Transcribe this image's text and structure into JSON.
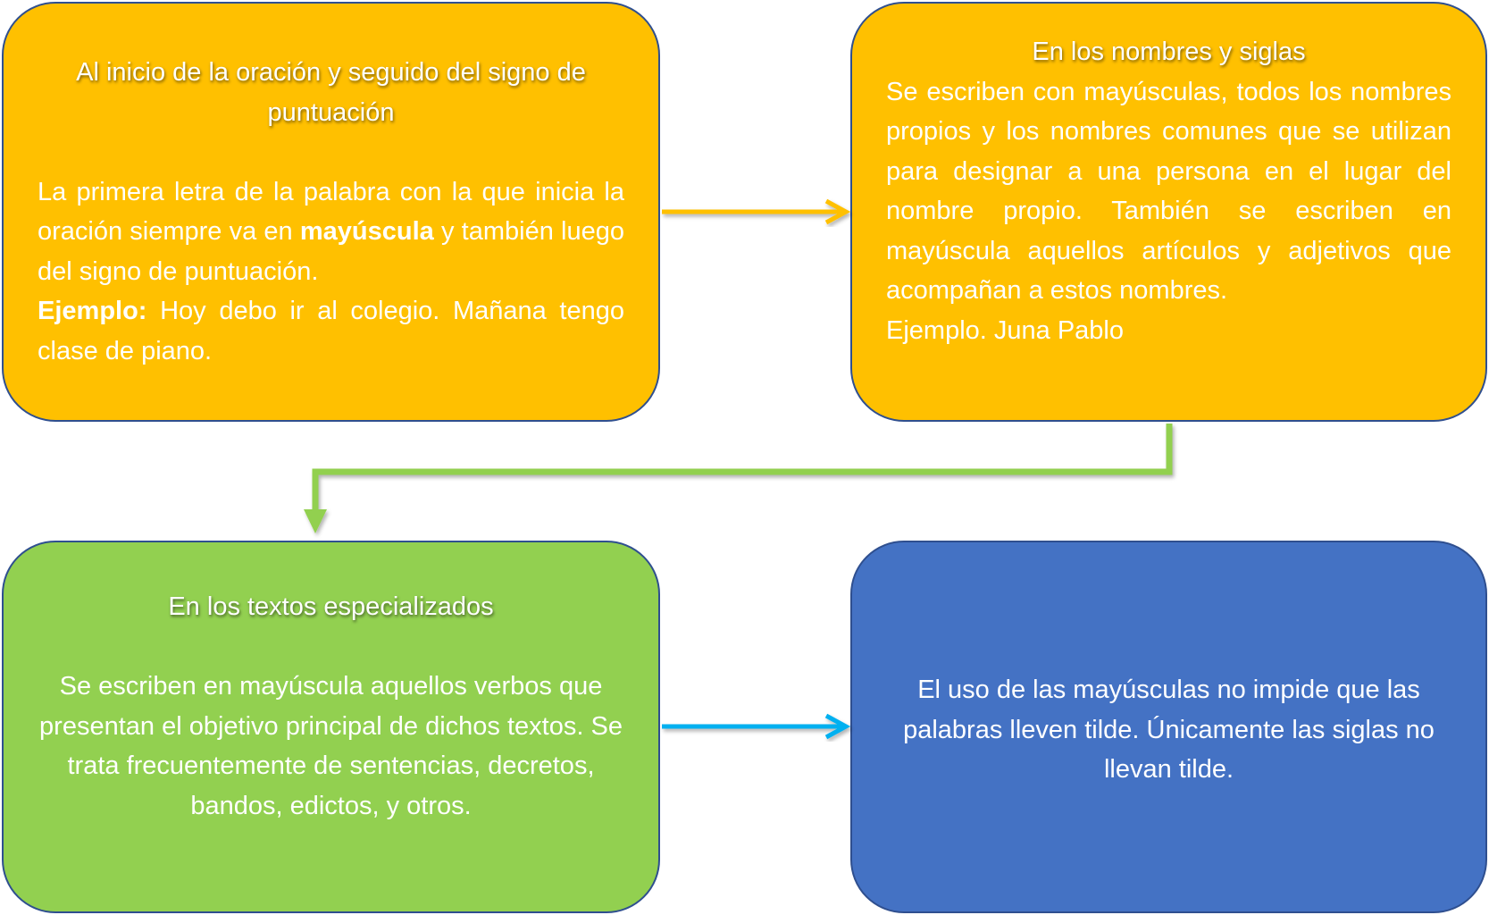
{
  "diagram": {
    "colors": {
      "yellow": "#ffc000",
      "green": "#92d050",
      "blue": "#4472c4",
      "arrow_yellow": "#ffc000",
      "arrow_green": "#92d050",
      "arrow_blue": "#00b0f0"
    },
    "box1": {
      "title": "Al inicio de la oración y seguido del signo de puntuación",
      "text_part1": "La primera letra de la palabra con la que inicia la oración siempre va en",
      "text_bold": "mayúscula",
      "text_part2": "y también  luego del signo de puntuación.",
      "example_label": "Ejemplo:",
      "example_text": "Hoy debo ir al colegio. Mañana tengo clase de piano."
    },
    "box2": {
      "title": "En los nombres  y siglas",
      "text": "Se escriben con mayúsculas, todos los nombres propios y los nombres comunes que se utilizan para designar a una persona en el lugar del nombre propio. También se escriben en mayúscula aquellos artículos y adjetivos que acompañan a estos nombres.",
      "example": "Ejemplo. Juna  Pablo"
    },
    "box3": {
      "title": "En los textos especializados",
      "text": "Se escriben en mayúscula aquellos verbos que presentan el objetivo principal de dichos textos. Se trata frecuentemente de sentencias, decretos, bandos, edictos, y otros."
    },
    "box4": {
      "text": "El uso de las mayúsculas no impide que las palabras lleven tilde. Únicamente las siglas no llevan tilde."
    }
  }
}
